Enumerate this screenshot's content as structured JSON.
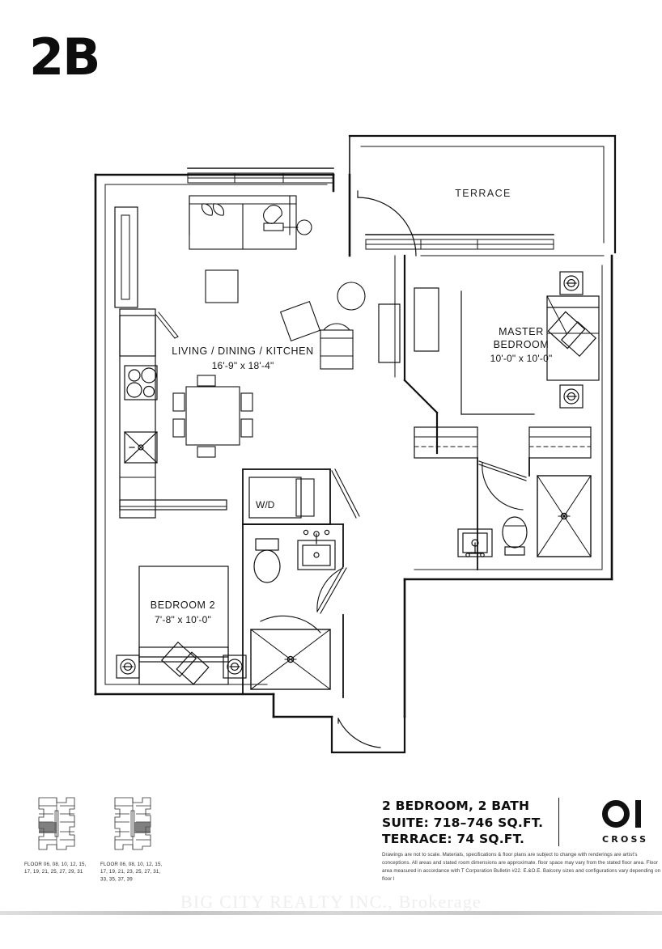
{
  "plan": {
    "title": "2B",
    "rooms": [
      {
        "key": "living",
        "name": "LIVING / DINING / KITCHEN",
        "dims": "16'-9\" x 18'-4\""
      },
      {
        "key": "master",
        "name_line1": "MASTER",
        "name_line2": "BEDROOM",
        "dims": "10'-0\" x 10'-0\""
      },
      {
        "key": "bedroom2",
        "name": "BEDROOM 2",
        "dims": "7'-8\" x 10'-0\""
      }
    ],
    "terrace_label": "TERRACE",
    "laundry_label": "W/D"
  },
  "footer": {
    "keyplates": [
      {
        "caption": "FLOOR 06, 08, 10, 12, 15, 17, 19, 21, 25, 27, 29, 31"
      },
      {
        "caption": "FLOOR 06, 08, 10, 12, 15, 17, 19, 21, 23, 25, 27, 31, 33, 35, 37, 39"
      }
    ],
    "summary": [
      "2 BEDROOM, 2 BATH",
      "SUITE: 718–746 SQ.FT.",
      "TERRACE: 74 SQ.FT."
    ],
    "logo": {
      "mark": "o-bar-logo",
      "wordmark": "CROSS"
    },
    "disclaimer": "Drawings are not to scale. Materials, specifications & floor plans are subject to change with renderings are artist's conceptions. All areas and stated room dimensions are approximate. floor space may vary from the stated floor area. Floor area measured in accordance with T Corporation Bulletin #22. E.&O.E. Balcony sizes and configurations vary depending on floor l"
  },
  "watermark": {
    "text": "BIG CITY REALTY INC., Brokerage"
  },
  "colors": {
    "ink": "#111111",
    "paper": "#ffffff",
    "watermark": "#eceef0"
  }
}
